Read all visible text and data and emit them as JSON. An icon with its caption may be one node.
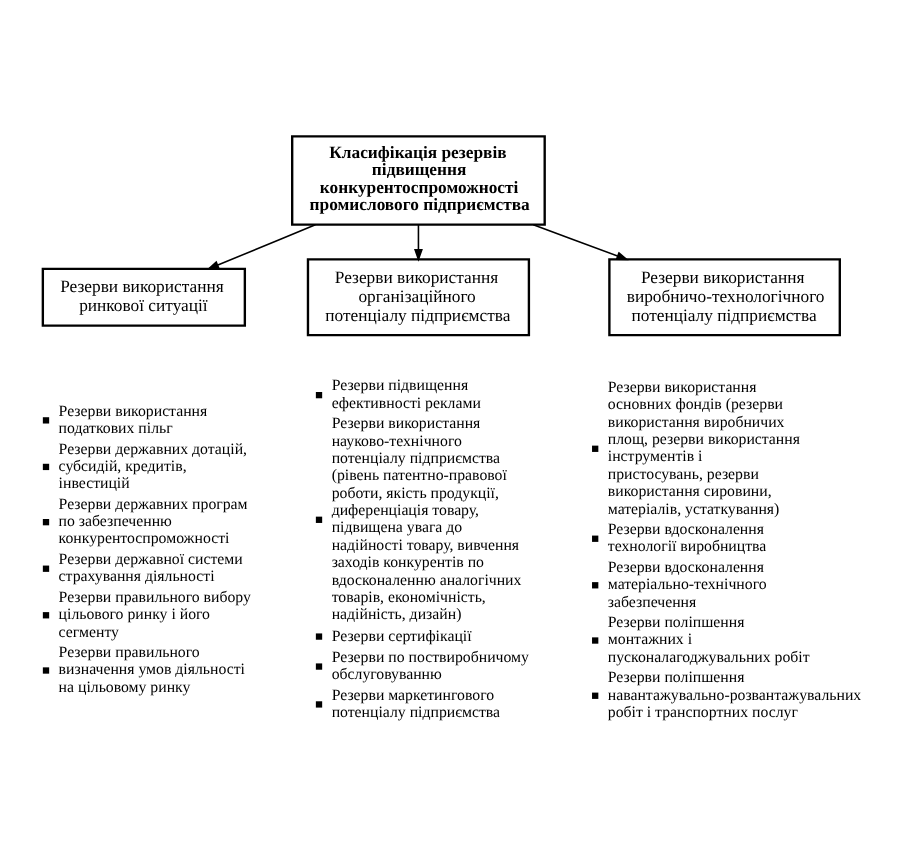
{
  "diagram": {
    "nodes": [
      {
        "text": [
          "Класифікація резервів підвищення конкурентоспроможності промислового підприємства"
        ]
      },
      {
        "text": [
          "Резерви використання ринкової ситуації"
        ],
        "beside": [
          "Резерви використання податкових пільг",
          "Резерви державних дотацій, субсидій, кредитів, інвестицій",
          "Резерви державних програм по забезпеченню конкурентоспроможності",
          "Резерви державної системи страхування діяльності",
          "Резерви правильного вибору цільового ринку і його сегменту",
          "Резерви правильного визначення умов діяльності на цільовому ринку"
        ]
      },
      {
        "text": [
          "Резерви використання організаційного потенціалу підприємства"
        ],
        "beside": [
          "Резерви підвищення ефективності реклами",
          "Резерви використання науково-технічного потенціалу підприємства (рівень патентно-правової роботи, якість продукції, диференціація товару, підвищена увага до надійності товару, вивчення заходів конкурентів по вдосконаленню аналогічних товарів, економічність, надійність, дизайн)",
          "Резерви сертифікації",
          "Резерви по поствиробничому обслуговуванню",
          "Резерви маркетингового потенціалу підприємства"
        ]
      },
      {
        "text": [
          "Резерви використання виробничо-технологічного потенціалу підприємства"
        ],
        "beside": [
          "Резерви використання основних фондів (резерви використання виробничих площ, резерви використання інструментів і пристосувань, резерви використання сировини, матеріалів, устаткування)",
          "Резерви вдосконалення технології виробництва",
          "Резерви вдосконалення матеріально-технічного забезпечення",
          "Резерви поліпшення монтажних і пусконалагоджувальних робіт",
          "Резерви поліпшення навантажувально-розвантажувальних робіт і транспортних послуг"
        ]
      }
    ],
    "edges": [
      {
        "from": 0,
        "to": 1,
        "arrow": "to"
      },
      {
        "from": 0,
        "to": 2,
        "arrow": "to"
      },
      {
        "from": 0,
        "to": 3,
        "arrow": "to"
      }
    ]
  }
}
